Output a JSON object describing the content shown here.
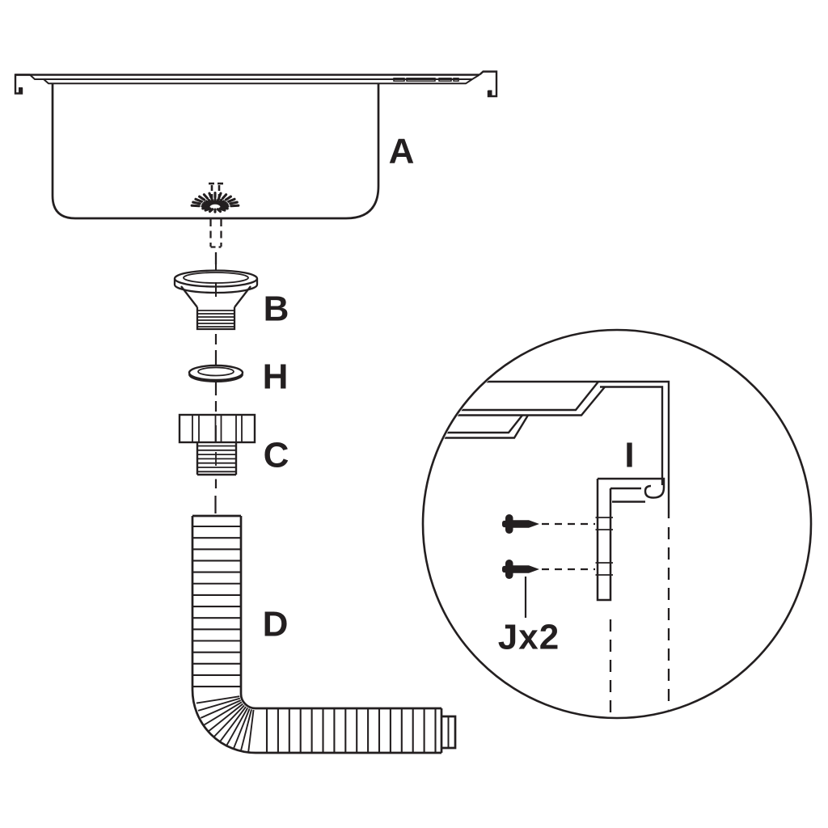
{
  "canvas": {
    "background": "#ffffff",
    "ink": "#231f20"
  },
  "diagram": {
    "type": "exploded-assembly-drawing",
    "subject": "kitchen sink drain and mounting installation",
    "labels": {
      "sink_basin": "A",
      "strainer": "B",
      "washer": "H",
      "locknut": "C",
      "drain_hose": "D",
      "mounting_bracket": "I",
      "screws": "Jx2"
    }
  }
}
